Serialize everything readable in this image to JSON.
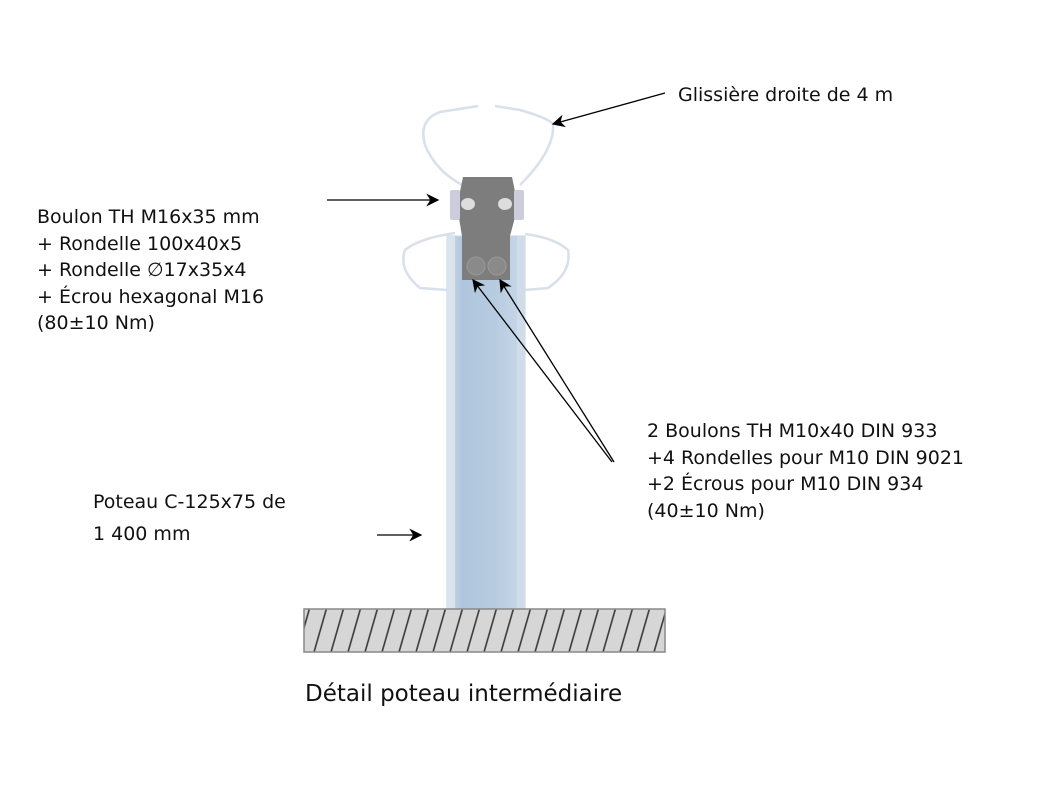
{
  "labels": {
    "rail": "Glissière droite de 4 m",
    "bolt_main": [
      "Boulon TH M16x35 mm",
      "+ Rondelle 100x40x5",
      "+ Rondelle ∅17x35x4",
      "+ Écrou hexagonal M16",
      "(80±10 Nm)"
    ],
    "bolts_small": [
      "2 Boulons TH M10x40 DIN 933",
      "+4 Rondelles pour M10 DIN 9021",
      "+2 Écrous pour M10 DIN 934",
      "(40±10 Nm)"
    ],
    "post": [
      "Poteau C-125x75 de",
      "1 400 mm"
    ]
  },
  "caption": "Détail poteau intermédiaire",
  "colors": {
    "post": "#b8cde0",
    "bracket": "#7a7a7a",
    "ground": "#d6d6d6",
    "rail_outline": "#d8e0ea"
  }
}
